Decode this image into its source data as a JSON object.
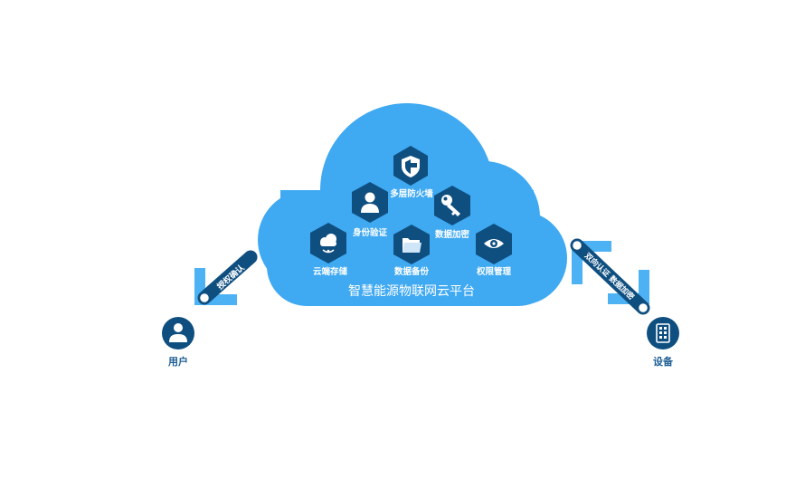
{
  "platform": {
    "title": "智慧能源物联网云平台",
    "features": [
      {
        "label": "多层防火墙",
        "icon": "shield-icon"
      },
      {
        "label": "身份验证",
        "icon": "user-icon"
      },
      {
        "label": "数据加密",
        "icon": "key-icon"
      },
      {
        "label": "云端存储",
        "icon": "cloud-storage-icon"
      },
      {
        "label": "数据备份",
        "icon": "folder-icon"
      },
      {
        "label": "权限管理",
        "icon": "eye-icon"
      }
    ]
  },
  "user": {
    "label": "用户",
    "icon": "user-icon",
    "link_label": "授权确认"
  },
  "device": {
    "label": "设备",
    "icon": "device-icon",
    "link_label": "双向认证 数据加密"
  },
  "colors": {
    "cloud": "#3fa9f2",
    "hexagon": "#0f4f80",
    "accent": "#4db2f4",
    "label": "#1f5f95"
  }
}
